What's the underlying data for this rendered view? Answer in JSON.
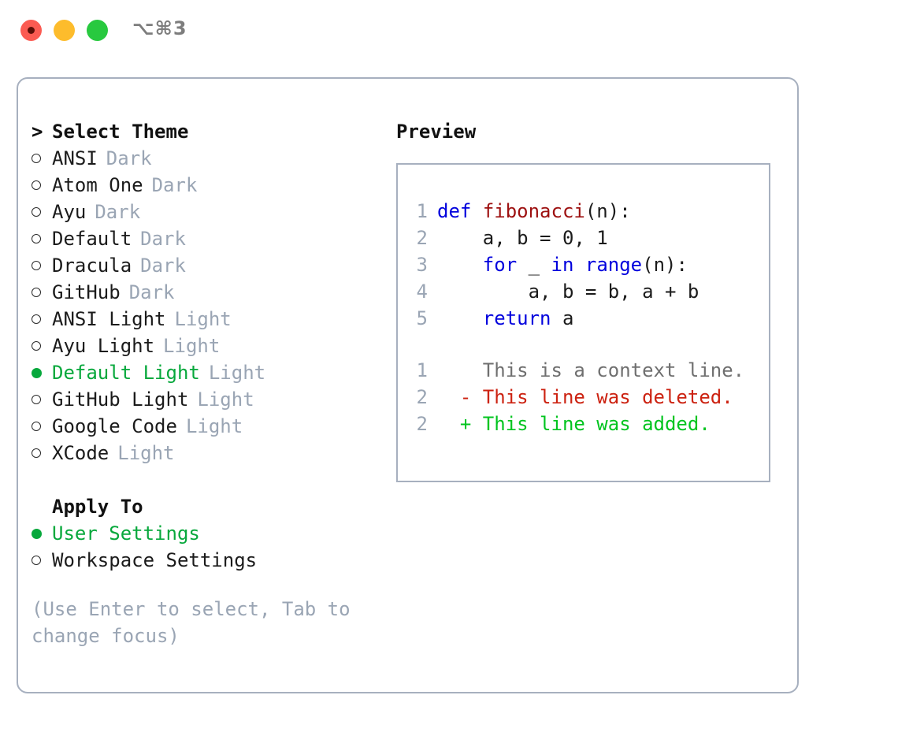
{
  "window": {
    "title": "⌥⌘3",
    "traffic_lights": [
      {
        "name": "close-button",
        "color": "#fb5b52"
      },
      {
        "name": "minimize-button",
        "color": "#fdbc2c"
      },
      {
        "name": "maximize-button",
        "color": "#28c93f"
      }
    ]
  },
  "theme_picker": {
    "heading_marker": ">",
    "heading": "Select Theme",
    "items": [
      {
        "marker": "o",
        "name": "ANSI",
        "badge": "Dark",
        "selected": false
      },
      {
        "marker": "o",
        "name": "Atom One",
        "badge": "Dark",
        "selected": false
      },
      {
        "marker": "o",
        "name": "Ayu",
        "badge": "Dark",
        "selected": false
      },
      {
        "marker": "o",
        "name": "Default",
        "badge": "Dark",
        "selected": false
      },
      {
        "marker": "o",
        "name": "Dracula",
        "badge": "Dark",
        "selected": false
      },
      {
        "marker": "o",
        "name": "GitHub",
        "badge": "Dark",
        "selected": false
      },
      {
        "marker": "o",
        "name": "ANSI Light",
        "badge": "Light",
        "selected": false
      },
      {
        "marker": "o",
        "name": "Ayu Light",
        "badge": "Light",
        "selected": false
      },
      {
        "marker": "●",
        "name": "Default Light",
        "badge": "Light",
        "selected": true
      },
      {
        "marker": "o",
        "name": "GitHub Light",
        "badge": "Light",
        "selected": false
      },
      {
        "marker": "o",
        "name": "Google Code",
        "badge": "Light",
        "selected": false
      },
      {
        "marker": "o",
        "name": "XCode",
        "badge": "Light",
        "selected": false
      }
    ]
  },
  "apply_to": {
    "heading": "Apply To",
    "options": [
      {
        "marker": "●",
        "label": "User Settings",
        "selected": true
      },
      {
        "marker": "o",
        "label": "Workspace Settings",
        "selected": false
      }
    ]
  },
  "hint": "(Use Enter to select, Tab to change focus)",
  "preview": {
    "title": "Preview",
    "code_lines": [
      {
        "no": "1",
        "indent": "",
        "tokens": [
          {
            "t": "def",
            "c": "kw"
          },
          {
            "t": " ",
            "c": "code-text"
          },
          {
            "t": "fibonacci",
            "c": "fn"
          },
          {
            "t": "(n):",
            "c": "code-text"
          }
        ]
      },
      {
        "no": "2",
        "indent": "    ",
        "tokens": [
          {
            "t": "a, b = 0, 1",
            "c": "code-text"
          }
        ]
      },
      {
        "no": "3",
        "indent": "    ",
        "tokens": [
          {
            "t": "for",
            "c": "kw"
          },
          {
            "t": " _ ",
            "c": "code-text"
          },
          {
            "t": "in",
            "c": "kw"
          },
          {
            "t": " ",
            "c": "code-text"
          },
          {
            "t": "range",
            "c": "kw"
          },
          {
            "t": "(n):",
            "c": "code-text"
          }
        ]
      },
      {
        "no": "4",
        "indent": "        ",
        "tokens": [
          {
            "t": "a, b = b, a + b",
            "c": "code-text"
          }
        ]
      },
      {
        "no": "5",
        "indent": "    ",
        "tokens": [
          {
            "t": "return",
            "c": "kw"
          },
          {
            "t": " a",
            "c": "code-text"
          }
        ]
      }
    ],
    "diff_lines": [
      {
        "no": "1",
        "sign": " ",
        "text": "This is a context line.",
        "kind": "ctx"
      },
      {
        "no": "2",
        "sign": "-",
        "text": "This line was deleted.",
        "kind": "del"
      },
      {
        "no": "2",
        "sign": "+",
        "text": "This line was added.",
        "kind": "add"
      }
    ]
  },
  "colors": {
    "accent_green": "#07a83c",
    "muted_gray": "#9aa5b4",
    "keyword_blue": "#0000dd",
    "function_red": "#9d1010",
    "diff_deleted": "#cc2211",
    "diff_added": "#00c41f",
    "border": "#a7b0bf"
  }
}
